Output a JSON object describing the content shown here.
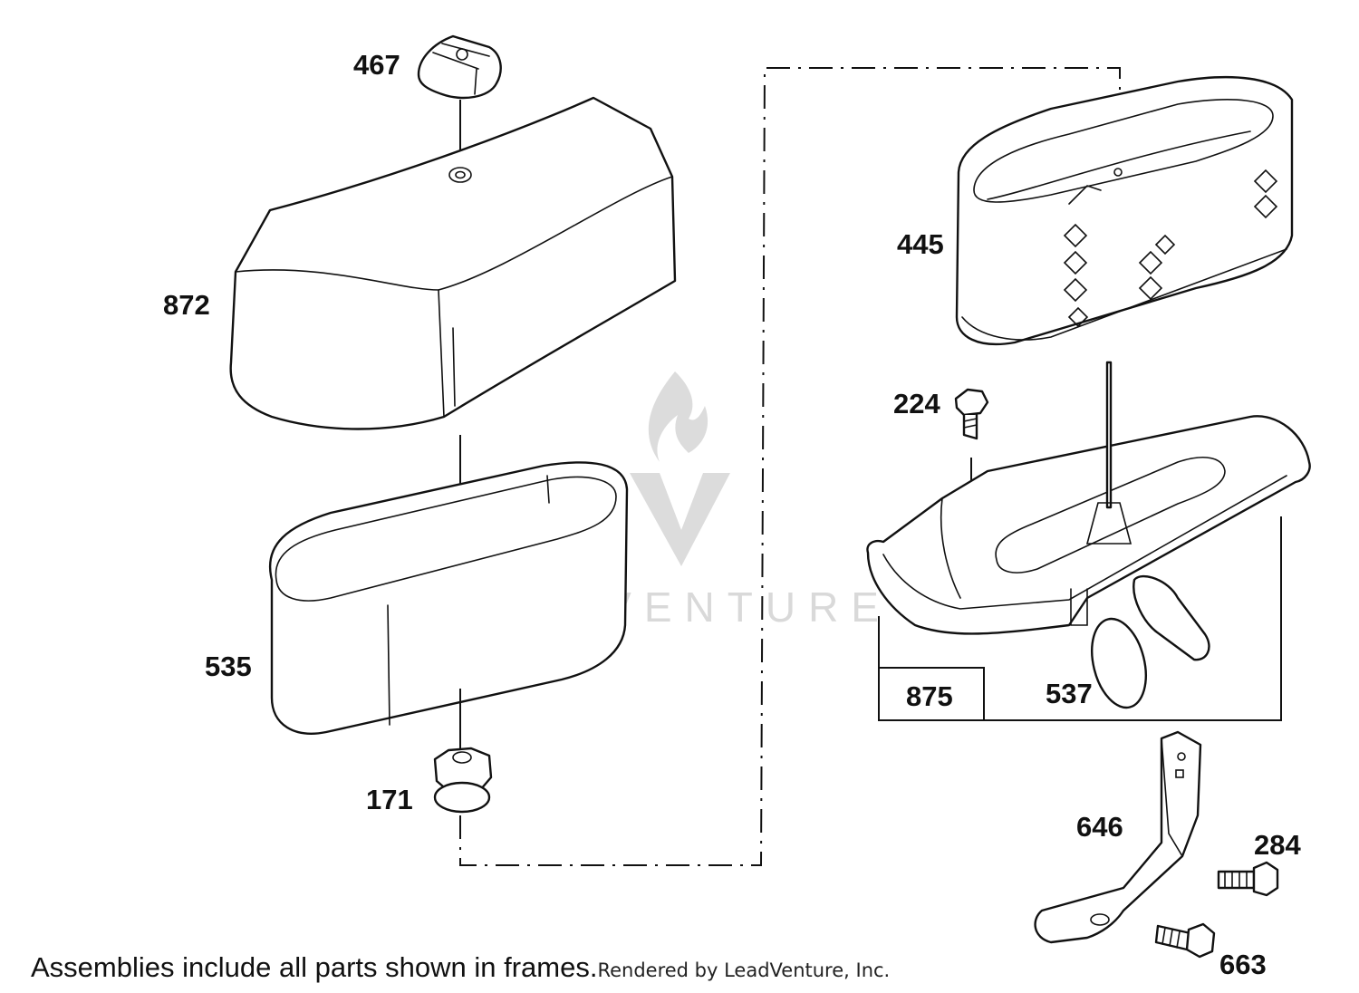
{
  "watermark": {
    "brand": "LEADVENTURE"
  },
  "parts": {
    "p467": "467",
    "p872": "872",
    "p535": "535",
    "p171": "171",
    "p445": "445",
    "p224": "224",
    "p875": "875",
    "p537": "537",
    "p646": "646",
    "p284": "284",
    "p663": "663"
  },
  "footer": {
    "note": "Assemblies include all parts shown in frames.",
    "credit": "Rendered by LeadVenture, Inc."
  }
}
